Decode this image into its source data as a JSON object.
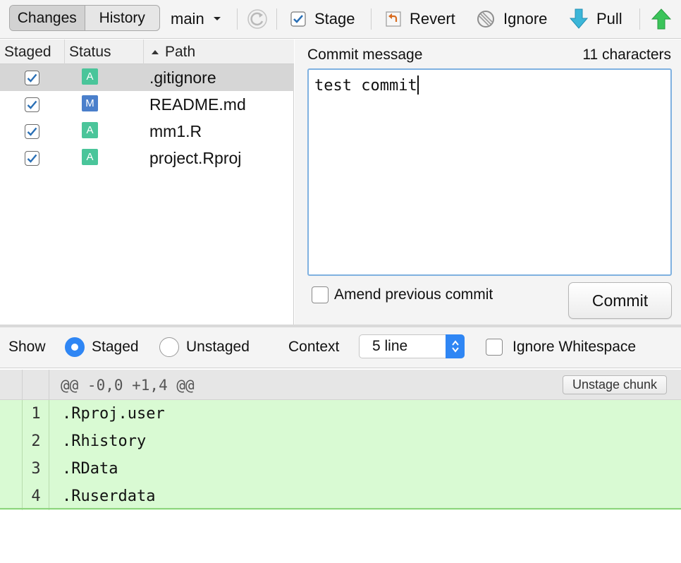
{
  "toolbar": {
    "tabs": [
      {
        "label": "Changes",
        "active": true
      },
      {
        "label": "History",
        "active": false
      }
    ],
    "branch": "main",
    "stage_label": "Stage",
    "revert_label": "Revert",
    "ignore_label": "Ignore",
    "pull_label": "Pull"
  },
  "file_list": {
    "columns": {
      "staged": "Staged",
      "status": "Status",
      "path": "Path"
    },
    "sort_column": "path",
    "rows": [
      {
        "staged": true,
        "status": "A",
        "path": ".gitignore",
        "selected": true
      },
      {
        "staged": true,
        "status": "M",
        "path": "README.md",
        "selected": false
      },
      {
        "staged": true,
        "status": "A",
        "path": "mm1.R",
        "selected": false
      },
      {
        "staged": true,
        "status": "A",
        "path": "project.Rproj",
        "selected": false
      }
    ]
  },
  "commit": {
    "label": "Commit message",
    "char_count": "11 characters",
    "message": "test commit",
    "amend_label": "Amend previous commit",
    "amend_checked": false,
    "button_label": "Commit"
  },
  "options": {
    "show_label": "Show",
    "staged_label": "Staged",
    "unstaged_label": "Unstaged",
    "selected_view": "staged",
    "context_label": "Context",
    "context_value": "5 line",
    "ignore_ws_label": "Ignore Whitespace",
    "ignore_ws_checked": false
  },
  "diff": {
    "chunk_header": "@@ -0,0 +1,4 @@",
    "unstage_chunk_label": "Unstage chunk",
    "lines": [
      {
        "num": "1",
        "text": ".Rproj.user"
      },
      {
        "num": "2",
        "text": ".Rhistory"
      },
      {
        "num": "3",
        "text": ".RData"
      },
      {
        "num": "4",
        "text": ".Ruserdata"
      }
    ]
  },
  "colors": {
    "added_status": "#4ac59a",
    "modified_status": "#4a7fcb",
    "accent": "#2f86f4",
    "added_line_bg": "#d9fad3",
    "checkmark": "#2a6fb5"
  },
  "icons": {
    "refresh": "refresh-icon",
    "stage": "checkbox-checked-icon",
    "revert": "revert-icon",
    "ignore": "ignore-icon",
    "pull": "pull-arrow-down-icon",
    "push": "push-arrow-up-icon"
  }
}
